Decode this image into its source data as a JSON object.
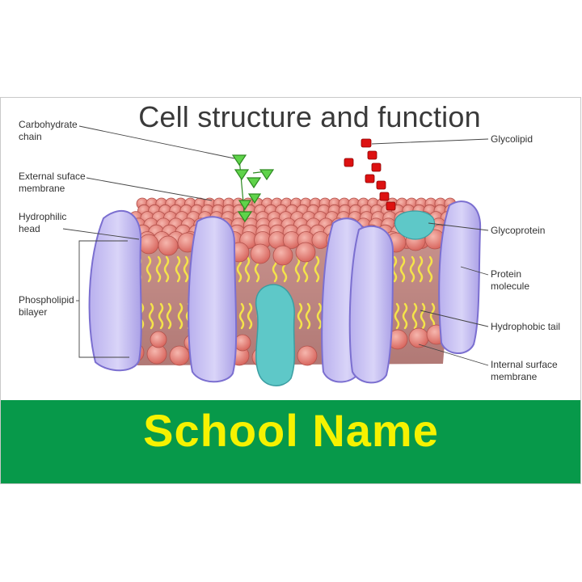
{
  "title": "Cell structure and function",
  "labels": {
    "carbohydrate_chain": [
      "Carbohydrate",
      "chain"
    ],
    "external_surface": [
      "External suface",
      "membrane"
    ],
    "hydrophilic_head": [
      "Hydrophilic",
      "head"
    ],
    "phospholipid_bilayer": [
      "Phospholipid",
      "bilayer"
    ],
    "glycolipid": [
      "Glycolipid"
    ],
    "glycoprotein": [
      "Glycoprotein"
    ],
    "protein_molecule": [
      "Protein",
      "molecule"
    ],
    "hydrophobic_tail": [
      "Hydrophobic tail"
    ],
    "internal_surface": [
      "Internal surface",
      "membrane"
    ]
  },
  "footer": {
    "school_name": "School Name"
  },
  "colors": {
    "footer_bg": "#07994a",
    "footer_text": "#f6f200",
    "membrane_head": "#e88a82",
    "protein": "#c9c3f2",
    "glycoprotein": "#5ec8c8",
    "tail": "#f4e34a",
    "carbohydrate": "#44bb33",
    "glycolipid": "#dd1111"
  }
}
